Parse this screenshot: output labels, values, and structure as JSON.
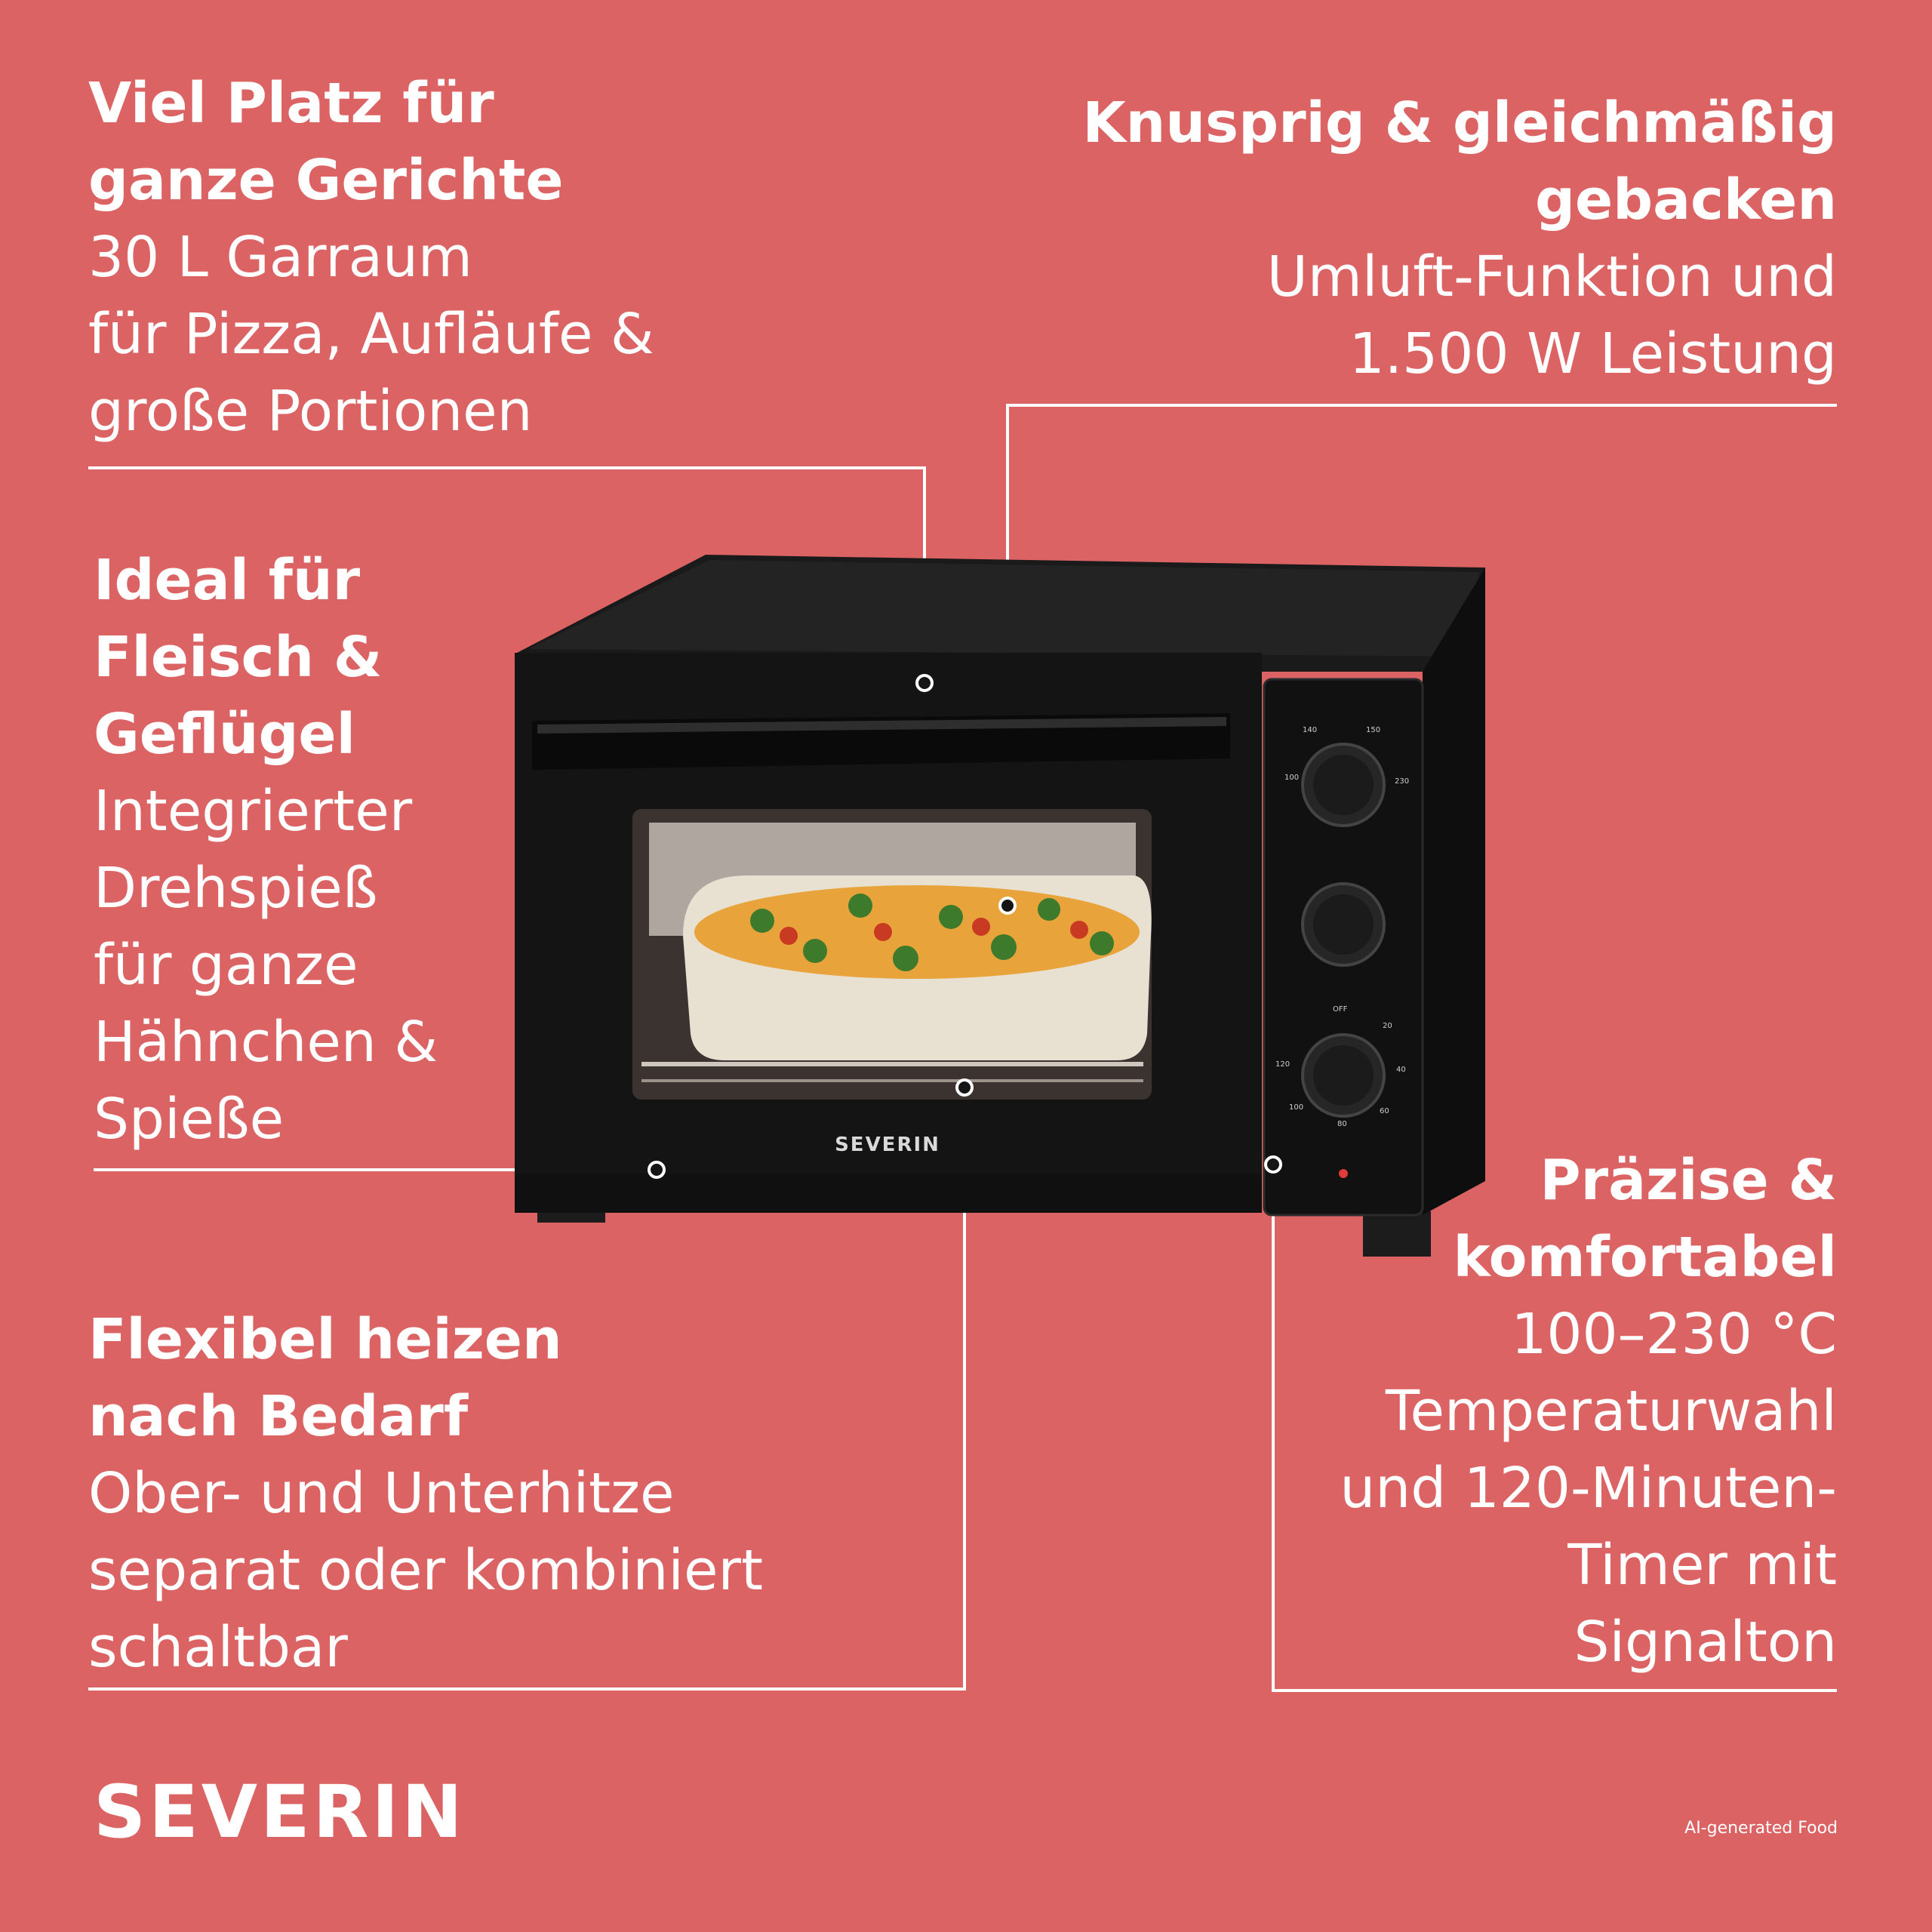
{
  "features": [
    {
      "id": "space",
      "title": [
        "Viel Platz für",
        "ganze Gerichte"
      ],
      "body": [
        "30 L Garraum",
        "für Pizza, Aufläufe &",
        "große Portionen"
      ]
    },
    {
      "id": "crispy",
      "title": [
        "Knusprig & gleichmäßig",
        "gebacken"
      ],
      "body": [
        "Umluft-Funktion und",
        "1.500 W Leistung"
      ]
    },
    {
      "id": "meat",
      "title": [
        "Ideal für",
        "Fleisch &",
        "Geflügel"
      ],
      "body": [
        "Integrierter",
        "Drehspieß",
        "für ganze",
        "Hähnchen &",
        "Spieße"
      ]
    },
    {
      "id": "precise",
      "title": [
        "Präzise &",
        "komfortabel"
      ],
      "body": [
        "100–230 °C",
        "Temperaturwahl",
        "und 120-Minuten-",
        "Timer mit",
        "Signalton"
      ]
    },
    {
      "id": "heat",
      "title": [
        "Flexibel heizen",
        "nach Bedarf"
      ],
      "body": [
        "Ober- und Unterhitze",
        "separat oder kombiniert",
        "schaltbar"
      ]
    }
  ],
  "brand": "SEVERIN",
  "oven_brand": "SEVERIN",
  "note": "AI-generated Food",
  "dial_labels": {
    "temperature": [
      "100",
      "140",
      "150",
      "230"
    ],
    "timer": [
      "OFF",
      "20",
      "40",
      "60",
      "80",
      "100",
      "120"
    ]
  },
  "colors": {
    "background": "#dc6363",
    "text": "#ffffff",
    "oven_body": "#151515",
    "food": "#e8a33a"
  }
}
